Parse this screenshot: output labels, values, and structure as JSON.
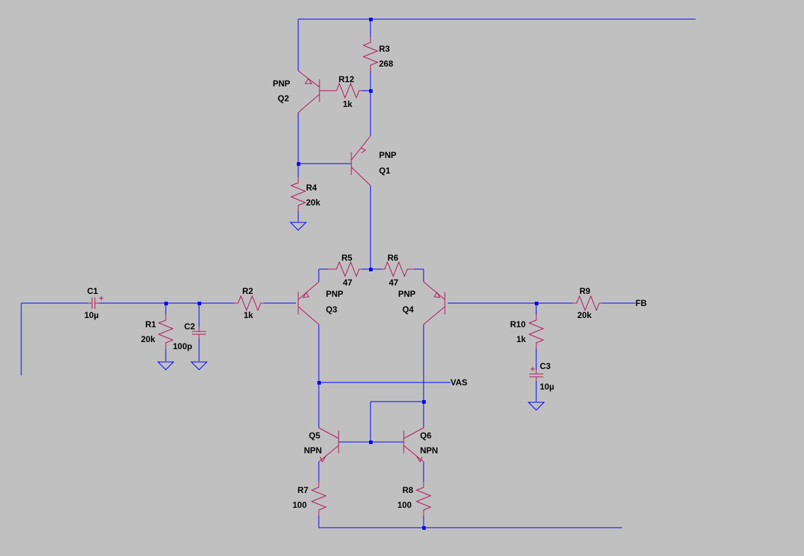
{
  "colors": {
    "background": "#c0c0c0",
    "wire": "#0000ff",
    "component": "#b3135a",
    "text": "#000000"
  },
  "transistors": [
    {
      "ref": "Q1",
      "type": "PNP"
    },
    {
      "ref": "Q2",
      "type": "PNP"
    },
    {
      "ref": "Q3",
      "type": "PNP"
    },
    {
      "ref": "Q4",
      "type": "PNP"
    },
    {
      "ref": "Q5",
      "type": "NPN"
    },
    {
      "ref": "Q6",
      "type": "NPN"
    }
  ],
  "resistors": [
    {
      "ref": "R1",
      "value": "20k"
    },
    {
      "ref": "R2",
      "value": "1k"
    },
    {
      "ref": "R3",
      "value": "268"
    },
    {
      "ref": "R4",
      "value": "20k"
    },
    {
      "ref": "R5",
      "value": "47"
    },
    {
      "ref": "R6",
      "value": "47"
    },
    {
      "ref": "R7",
      "value": "100"
    },
    {
      "ref": "R8",
      "value": "100"
    },
    {
      "ref": "R9",
      "value": "20k"
    },
    {
      "ref": "R10",
      "value": "1k"
    },
    {
      "ref": "R12",
      "value": "1k"
    }
  ],
  "capacitors": [
    {
      "ref": "C1",
      "value": "10µ"
    },
    {
      "ref": "C2",
      "value": "100p"
    },
    {
      "ref": "C3",
      "value": "10µ"
    }
  ],
  "nets": {
    "vas": "VAS",
    "fb": "FB"
  }
}
